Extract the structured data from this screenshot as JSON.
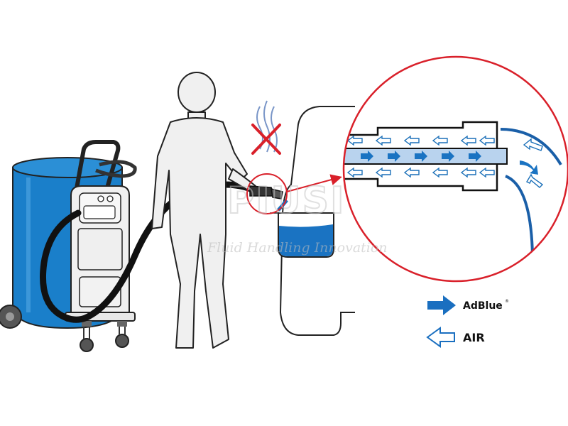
{
  "colors": {
    "adblue": "#1a73c2",
    "drum": "#1a7fca",
    "air_arrow": "#1a6fb8",
    "magnifier": "#d9202a",
    "prohibit": "#d9202a",
    "outline": "#222222",
    "body_fill": "#f0f0f0"
  },
  "legend": {
    "adblue": {
      "label": "AdBlue",
      "mark": "®",
      "icon": "solid-arrow-right-icon"
    },
    "air": {
      "label": "AIR",
      "icon": "outline-arrow-left-icon"
    }
  },
  "watermark": {
    "logo": "PIUSI",
    "tagline": "Fluid Handling Innovation"
  },
  "icons": {
    "prohibited_vapor": "red-x-prohibited-icon",
    "vapor": "vapor-wave-icon"
  }
}
